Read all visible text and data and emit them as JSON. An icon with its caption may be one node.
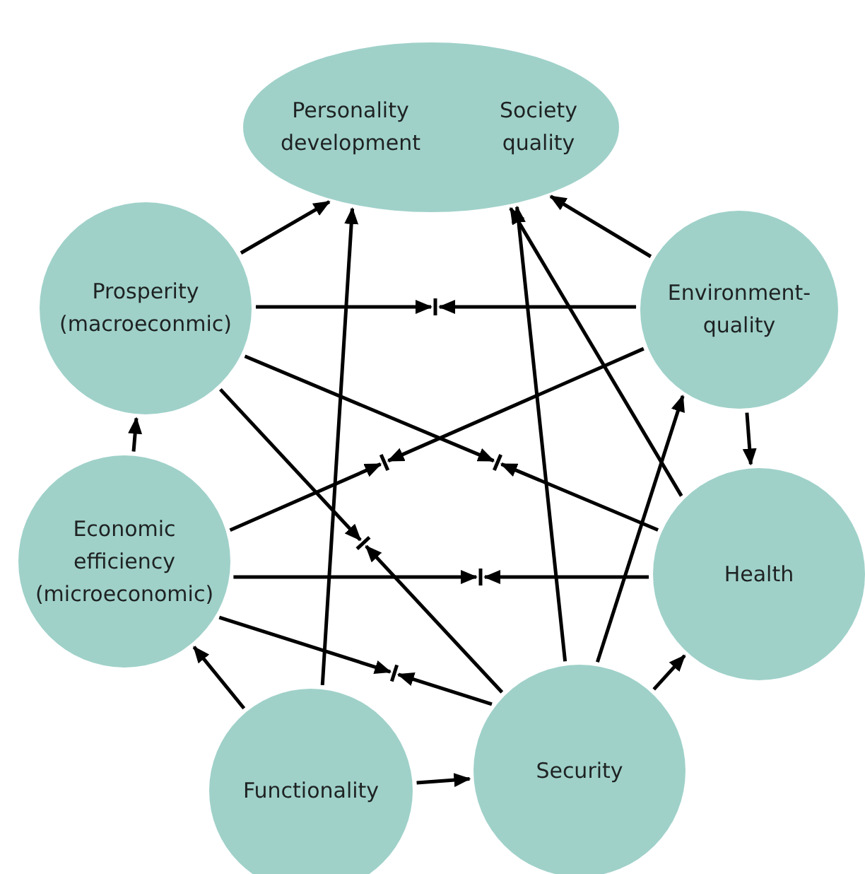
{
  "diagram": {
    "nodes": [
      {
        "text": [
          "Personality development",
          "Society quality"
        ]
      },
      {
        "text": [
          "Prosperity (macroeconmic)"
        ]
      },
      {
        "text": [
          "Environment-quality"
        ]
      },
      {
        "text": [
          "Economic efficiency (microeconomic)"
        ]
      },
      {
        "text": [
          "Health"
        ]
      },
      {
        "text": [
          "Functionality"
        ]
      },
      {
        "text": [
          "Security"
        ]
      },
      {
        "text": [],
        "shape": "bar"
      },
      {
        "text": [],
        "shape": "bar"
      },
      {
        "text": [],
        "shape": "bar"
      },
      {
        "text": [],
        "shape": "bar"
      },
      {
        "text": [],
        "shape": "bar"
      },
      {
        "text": [],
        "shape": "bar"
      }
    ],
    "edges": [
      {
        "from": 1,
        "to": 0,
        "arrow": "to"
      },
      {
        "from": 2,
        "to": 0,
        "arrow": "to"
      },
      {
        "from": 2,
        "to": 4,
        "arrow": "to"
      },
      {
        "from": 3,
        "to": 1,
        "arrow": "to"
      },
      {
        "from": 5,
        "to": 3,
        "arrow": "to"
      },
      {
        "from": 5,
        "to": 6,
        "arrow": "to"
      },
      {
        "from": 6,
        "to": 4,
        "arrow": "to"
      },
      {
        "from": 5,
        "to": 0,
        "arrow": "to"
      },
      {
        "from": 6,
        "to": 0,
        "arrow": "to"
      },
      {
        "from": 4,
        "to": 0,
        "arrow": "to"
      },
      {
        "from": 6,
        "to": 2,
        "arrow": "to"
      },
      {
        "from": 1,
        "to": 7,
        "arrow": "to"
      },
      {
        "from": 2,
        "to": 7,
        "arrow": "to"
      },
      {
        "from": 2,
        "to": 8,
        "arrow": "to"
      },
      {
        "from": 3,
        "to": 8,
        "arrow": "to"
      },
      {
        "from": 1,
        "to": 9,
        "arrow": "to"
      },
      {
        "from": 4,
        "to": 9,
        "arrow": "to"
      },
      {
        "from": 1,
        "to": 10,
        "arrow": "to"
      },
      {
        "from": 6,
        "to": 10,
        "arrow": "to"
      },
      {
        "from": 3,
        "to": 11,
        "arrow": "to"
      },
      {
        "from": 4,
        "to": 11,
        "arrow": "to"
      },
      {
        "from": 3,
        "to": 12,
        "arrow": "to"
      },
      {
        "from": 6,
        "to": 12,
        "arrow": "to"
      }
    ]
  }
}
